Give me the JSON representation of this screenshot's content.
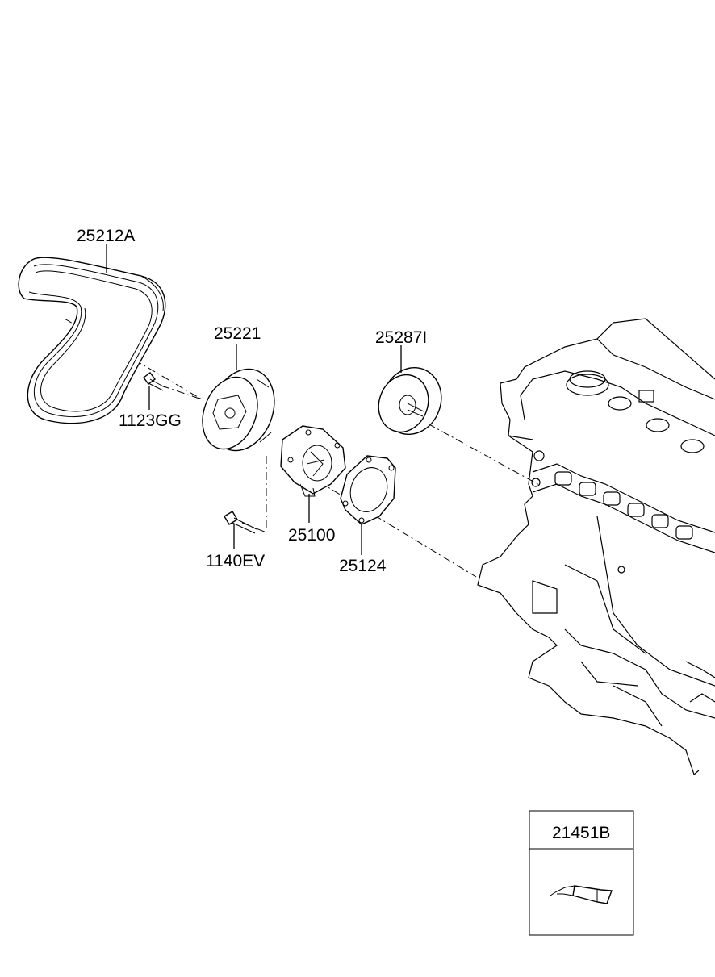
{
  "parts": {
    "belt": "25212A",
    "pulley": "25221",
    "bolt_small": "1123GG",
    "idler": "25287I",
    "water_pump": "25100",
    "bolt_long": "1140EV",
    "gasket": "25124",
    "sealant_box": "21451B"
  }
}
